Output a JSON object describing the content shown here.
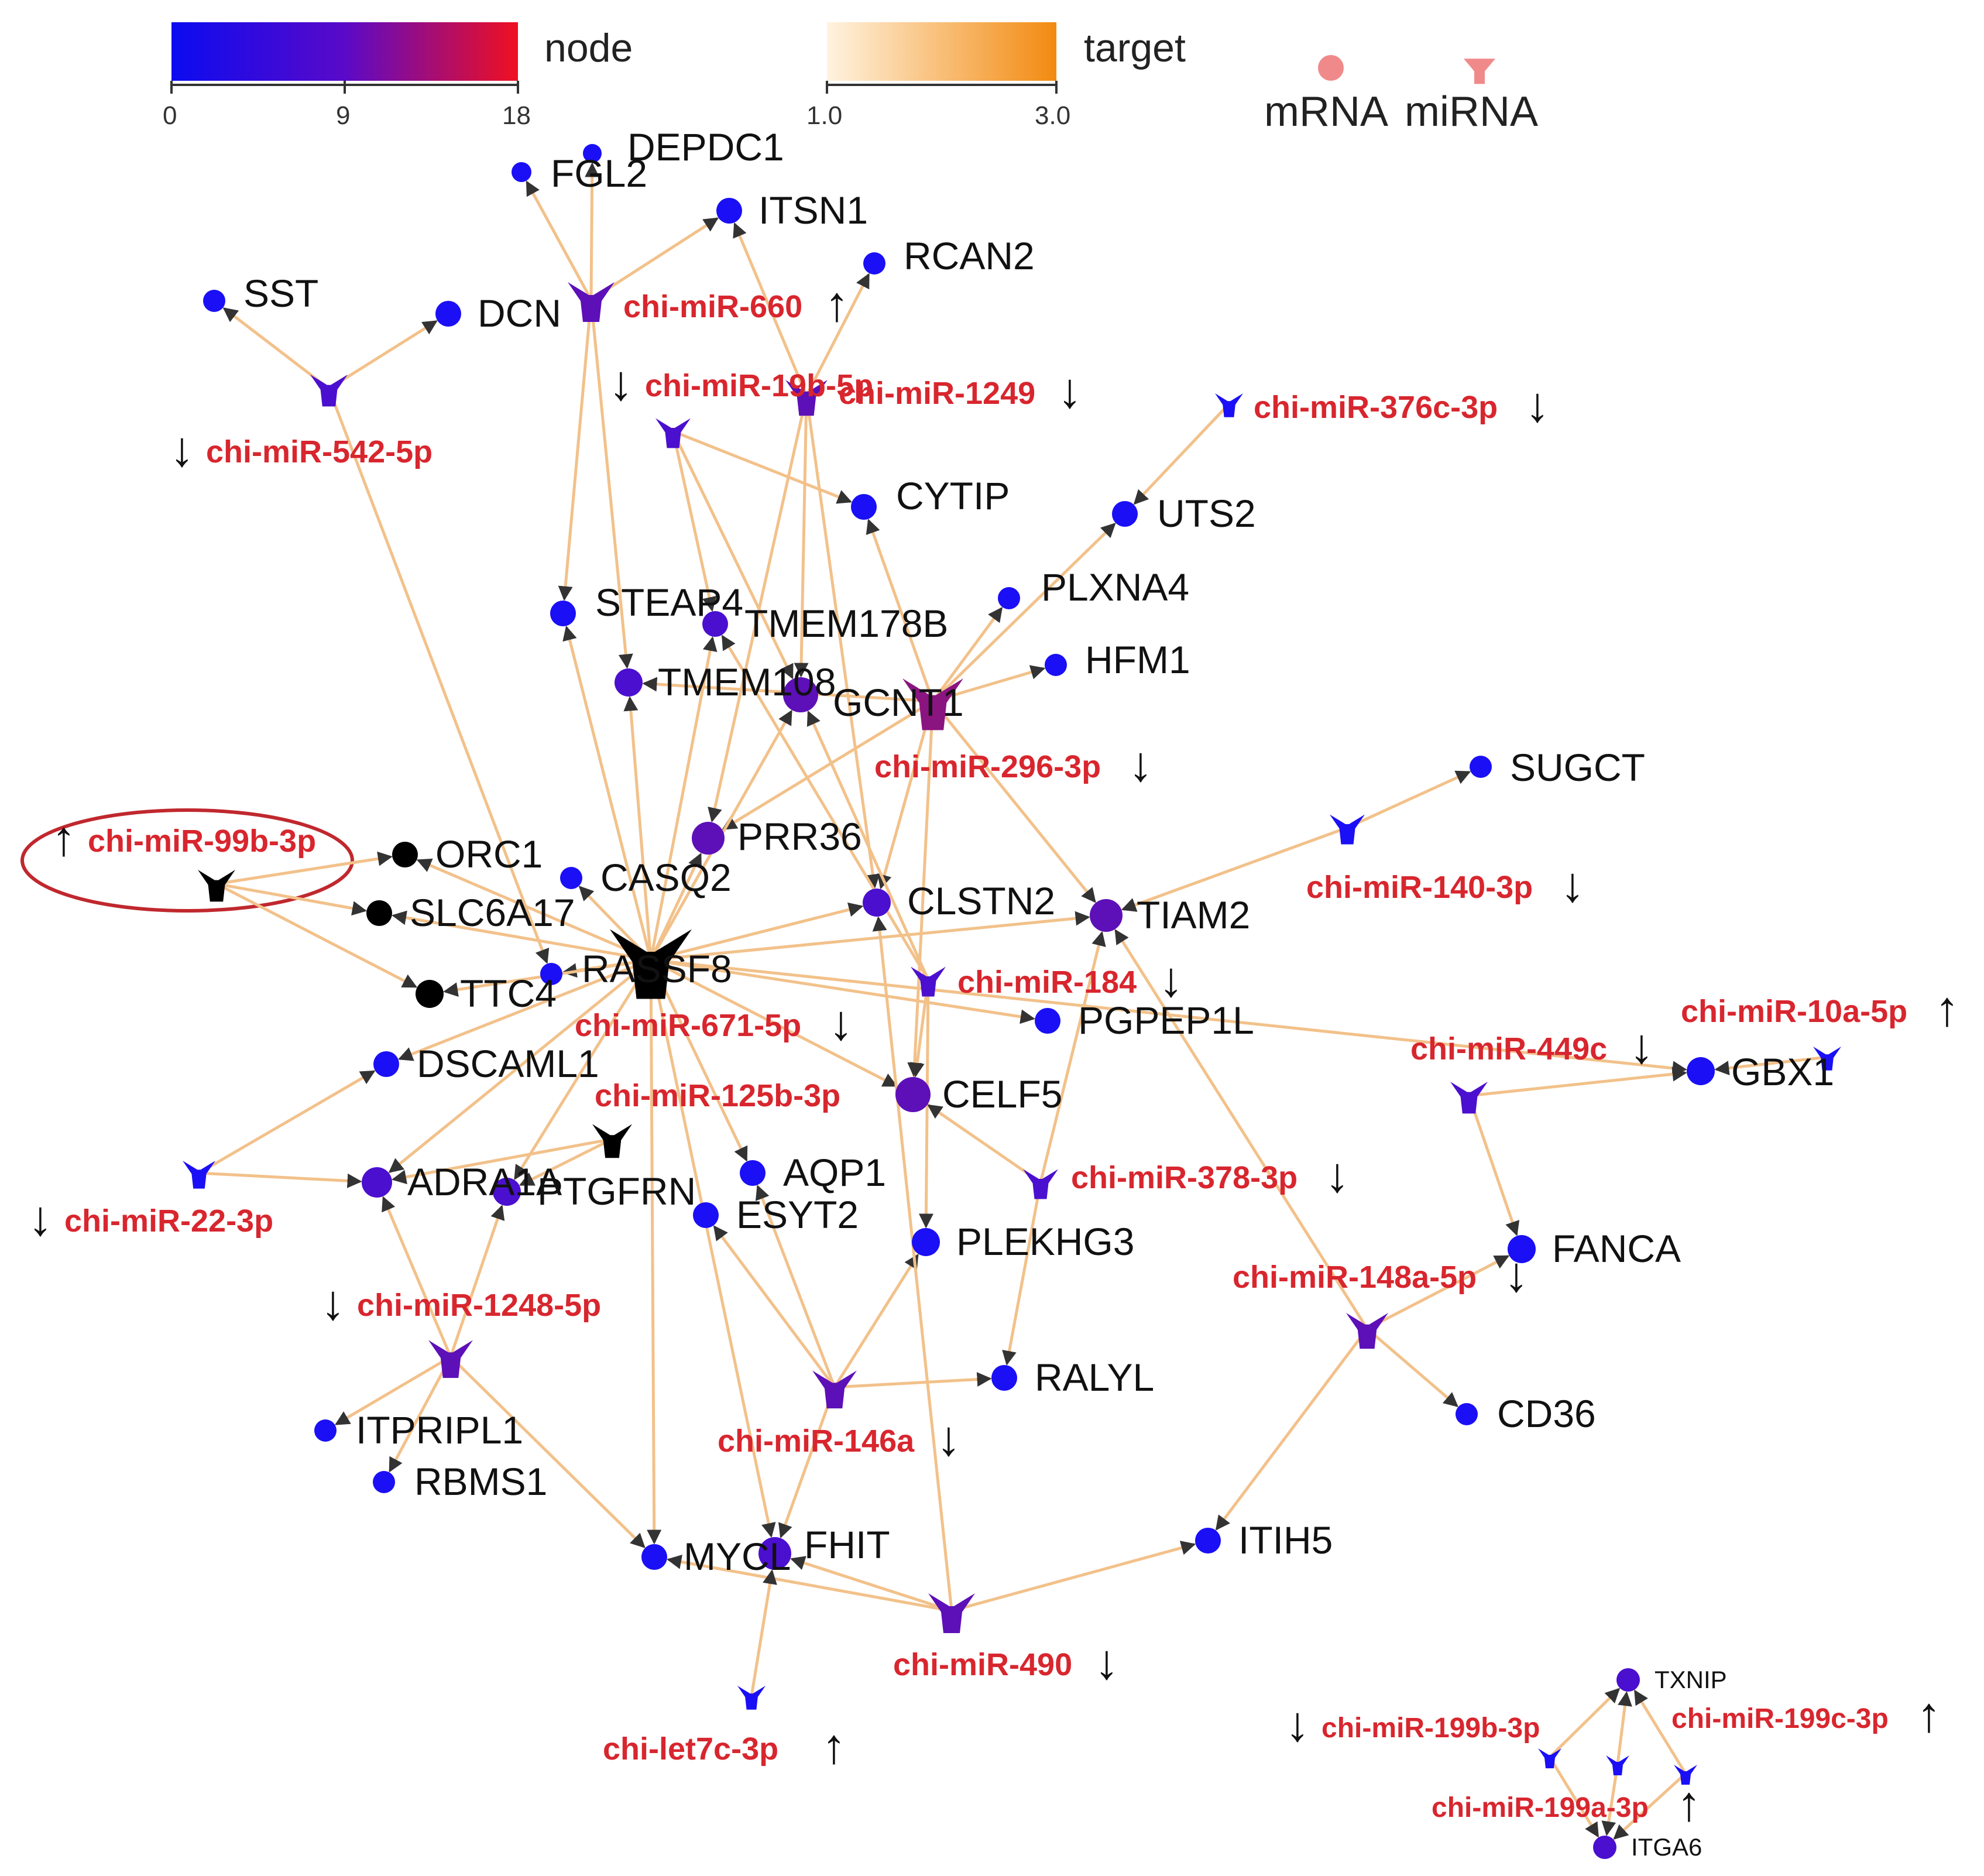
{
  "legend": {
    "node_title": "node",
    "node_ticks": [
      "0",
      "9",
      "18"
    ],
    "node_colors": [
      "#0b0bf0",
      "#5a0ac8",
      "#f01020"
    ],
    "target_title": "target",
    "target_ticks": [
      "1.0",
      "3.0"
    ],
    "target_colors": [
      "#fff3e0",
      "#f28a10"
    ],
    "mrna_label": "mRNA",
    "mirna_label": "miRNA",
    "mrna_shape": "circle",
    "mirna_shape": "y-shape",
    "shape_color": "#f08a8a"
  },
  "colors": {
    "edge": "#f2c18a",
    "edge_arrow": "#333333",
    "mirna_text": "#d8262e",
    "annotation_circle": "#c0282e",
    "low": "#1a0ff5",
    "mid": "#4b0fcf",
    "midhigh": "#5d0fb8",
    "high": "#8a1480",
    "black": "#000000"
  },
  "nodes": [
    {
      "id": "DEPDC1",
      "label": "DEPDC1",
      "type": "mrna",
      "color": "low"
    },
    {
      "id": "FGL2",
      "label": "FGL2",
      "type": "mrna",
      "color": "low"
    },
    {
      "id": "ITSN1",
      "label": "ITSN1",
      "type": "mrna",
      "color": "low"
    },
    {
      "id": "RCAN2",
      "label": "RCAN2",
      "type": "mrna",
      "color": "low"
    },
    {
      "id": "SST",
      "label": "SST",
      "type": "mrna",
      "color": "low"
    },
    {
      "id": "DCN",
      "label": "DCN",
      "type": "mrna",
      "color": "low"
    },
    {
      "id": "miR660",
      "label": "chi-miR-660",
      "type": "mirna",
      "color": "midhigh",
      "reg": "up"
    },
    {
      "id": "miR19b",
      "label": "chi-miR-19b-5p",
      "type": "mirna",
      "color": "mid",
      "reg": "down"
    },
    {
      "id": "miR1249",
      "label": "chi-miR-1249",
      "type": "mirna",
      "color": "midhigh",
      "reg": "down"
    },
    {
      "id": "miR376c",
      "label": "chi-miR-376c-3p",
      "type": "mirna",
      "color": "low",
      "reg": "down"
    },
    {
      "id": "miR542",
      "label": "chi-miR-542-5p",
      "type": "mirna",
      "color": "mid",
      "reg": "down"
    },
    {
      "id": "CYTIP",
      "label": "CYTIP",
      "type": "mrna",
      "color": "low"
    },
    {
      "id": "UTS2",
      "label": "UTS2",
      "type": "mrna",
      "color": "low"
    },
    {
      "id": "PLXNA4",
      "label": "PLXNA4",
      "type": "mrna",
      "color": "low"
    },
    {
      "id": "STEAP4",
      "label": "STEAP4",
      "type": "mrna",
      "color": "low"
    },
    {
      "id": "TMEM178B",
      "label": "TMEM178B",
      "type": "mrna",
      "color": "mid"
    },
    {
      "id": "HFM1",
      "label": "HFM1",
      "type": "mrna",
      "color": "low"
    },
    {
      "id": "TMEM108",
      "label": "TMEM108",
      "type": "mrna",
      "color": "mid"
    },
    {
      "id": "GCNT1",
      "label": "GCNT1",
      "type": "mrna",
      "color": "midhigh"
    },
    {
      "id": "miR296",
      "label": "chi-miR-296-3p",
      "type": "mirna",
      "color": "high",
      "reg": "down"
    },
    {
      "id": "SUGCT",
      "label": "SUGCT",
      "type": "mrna",
      "color": "low"
    },
    {
      "id": "miR99b",
      "label": "chi-miR-99b-3p",
      "type": "mirna",
      "color": "black",
      "reg": "up"
    },
    {
      "id": "ORC1",
      "label": "ORC1",
      "type": "mrna",
      "color": "black"
    },
    {
      "id": "PRR36",
      "label": "PRR36",
      "type": "mrna",
      "color": "midhigh"
    },
    {
      "id": "CASQ2",
      "label": "CASQ2",
      "type": "mrna",
      "color": "low"
    },
    {
      "id": "miR140",
      "label": "chi-miR-140-3p",
      "type": "mirna",
      "color": "low",
      "reg": "down"
    },
    {
      "id": "SLC6A17",
      "label": "SLC6A17",
      "type": "mrna",
      "color": "black"
    },
    {
      "id": "CLSTN2",
      "label": "CLSTN2",
      "type": "mrna",
      "color": "mid"
    },
    {
      "id": "TIAM2",
      "label": "TIAM2",
      "type": "mrna",
      "color": "midhigh"
    },
    {
      "id": "RASSF8",
      "label": "RASSF8",
      "type": "mrna",
      "color": "low"
    },
    {
      "id": "miR671",
      "label": "chi-miR-671-5p",
      "type": "mirna",
      "color": "black",
      "reg": "down"
    },
    {
      "id": "TTC4",
      "label": "TTC4",
      "type": "mrna",
      "color": "black"
    },
    {
      "id": "miR184",
      "label": "chi-miR-184",
      "type": "mirna",
      "color": "mid",
      "reg": "down"
    },
    {
      "id": "miR10a",
      "label": "chi-miR-10a-5p",
      "type": "mirna",
      "color": "low",
      "reg": "up"
    },
    {
      "id": "PGPEP1L",
      "label": "PGPEP1L",
      "type": "mrna",
      "color": "low"
    },
    {
      "id": "miR449c",
      "label": "chi-miR-449c",
      "type": "mirna",
      "color": "mid",
      "reg": "down"
    },
    {
      "id": "GBX1",
      "label": "GBX1",
      "type": "mrna",
      "color": "low"
    },
    {
      "id": "DSCAML1",
      "label": "DSCAML1",
      "type": "mrna",
      "color": "low"
    },
    {
      "id": "CELF5",
      "label": "CELF5",
      "type": "mrna",
      "color": "midhigh"
    },
    {
      "id": "miR125b",
      "label": "chi-miR-125b-3p",
      "type": "mirna",
      "color": "black"
    },
    {
      "id": "miR22",
      "label": "chi-miR-22-3p",
      "type": "mirna",
      "color": "low",
      "reg": "down"
    },
    {
      "id": "ADRA1A",
      "label": "ADRA1A",
      "type": "mrna",
      "color": "mid"
    },
    {
      "id": "PTGFRN",
      "label": "PTGFRN",
      "type": "mrna",
      "color": "mid"
    },
    {
      "id": "AQP1",
      "label": "AQP1",
      "type": "mrna",
      "color": "low"
    },
    {
      "id": "miR378",
      "label": "chi-miR-378-3p",
      "type": "mirna",
      "color": "mid",
      "reg": "down"
    },
    {
      "id": "ESYT2",
      "label": "ESYT2",
      "type": "mrna",
      "color": "low"
    },
    {
      "id": "PLEKHG3",
      "label": "PLEKHG3",
      "type": "mrna",
      "color": "low"
    },
    {
      "id": "FANCA",
      "label": "FANCA",
      "type": "mrna",
      "color": "low"
    },
    {
      "id": "miR148a",
      "label": "chi-miR-148a-5p",
      "type": "mirna",
      "color": "midhigh",
      "reg": "down"
    },
    {
      "id": "miR1248",
      "label": "chi-miR-1248-5p",
      "type": "mirna",
      "color": "midhigh",
      "reg": "down"
    },
    {
      "id": "RALYL",
      "label": "RALYL",
      "type": "mrna",
      "color": "low"
    },
    {
      "id": "miR146a",
      "label": "chi-miR-146a",
      "type": "mirna",
      "color": "midhigh",
      "reg": "down"
    },
    {
      "id": "CD36",
      "label": "CD36",
      "type": "mrna",
      "color": "low"
    },
    {
      "id": "ITPRIPL1",
      "label": "ITPRIPL1",
      "type": "mrna",
      "color": "low"
    },
    {
      "id": "RBMS1",
      "label": "RBMS1",
      "type": "mrna",
      "color": "low"
    },
    {
      "id": "ITIH5",
      "label": "ITIH5",
      "type": "mrna",
      "color": "low"
    },
    {
      "id": "MYCL",
      "label": "MYCL",
      "type": "mrna",
      "color": "low"
    },
    {
      "id": "FHIT",
      "label": "FHIT",
      "type": "mrna",
      "color": "mid"
    },
    {
      "id": "miR490",
      "label": "chi-miR-490",
      "type": "mirna",
      "color": "midhigh",
      "reg": "down"
    },
    {
      "id": "let7c",
      "label": "chi-let7c-3p",
      "type": "mirna",
      "color": "low",
      "reg": "up"
    },
    {
      "id": "TXNIP",
      "label": "TXNIP",
      "type": "mrna",
      "color": "mid",
      "small": true
    },
    {
      "id": "miR199b",
      "label": "chi-miR-199b-3p",
      "type": "mirna",
      "color": "low",
      "reg": "down",
      "small": true
    },
    {
      "id": "miR199c",
      "label": "chi-miR-199c-3p",
      "type": "mirna",
      "color": "low",
      "reg": "up",
      "small": true
    },
    {
      "id": "miR199a",
      "label": "chi-miR-199a-3p",
      "type": "mirna",
      "color": "low",
      "reg": "up",
      "small": true
    },
    {
      "id": "ITGA6",
      "label": "ITGA6",
      "type": "mrna",
      "color": "mid",
      "small": true
    }
  ],
  "edges": [
    [
      "miR660",
      "DEPDC1"
    ],
    [
      "miR660",
      "FGL2"
    ],
    [
      "miR660",
      "ITSN1"
    ],
    [
      "miR660",
      "STEAP4"
    ],
    [
      "miR660",
      "TMEM108"
    ],
    [
      "miR542",
      "SST"
    ],
    [
      "miR542",
      "DCN"
    ],
    [
      "miR542",
      "RASSF8"
    ],
    [
      "miR1249",
      "RCAN2"
    ],
    [
      "miR1249",
      "ITSN1"
    ],
    [
      "miR1249",
      "GCNT1"
    ],
    [
      "miR1249",
      "PRR36"
    ],
    [
      "miR1249",
      "CLSTN2"
    ],
    [
      "miR19b",
      "CYTIP"
    ],
    [
      "miR19b",
      "TMEM178B"
    ],
    [
      "miR19b",
      "GCNT1"
    ],
    [
      "miR376c",
      "UTS2"
    ],
    [
      "miR296",
      "PLXNA4"
    ],
    [
      "miR296",
      "HFM1"
    ],
    [
      "miR296",
      "UTS2"
    ],
    [
      "miR296",
      "CYTIP"
    ],
    [
      "miR296",
      "TMEM108"
    ],
    [
      "miR296",
      "TIAM2"
    ],
    [
      "miR296",
      "PRR36"
    ],
    [
      "miR296",
      "CLSTN2"
    ],
    [
      "miR296",
      "CELF5"
    ],
    [
      "miR140",
      "SUGCT"
    ],
    [
      "miR140",
      "TIAM2"
    ],
    [
      "miR99b",
      "ORC1"
    ],
    [
      "miR99b",
      "SLC6A17"
    ],
    [
      "miR99b",
      "TTC4"
    ],
    [
      "miR671",
      "STEAP4"
    ],
    [
      "miR671",
      "TMEM178B"
    ],
    [
      "miR671",
      "TMEM108"
    ],
    [
      "miR671",
      "GCNT1"
    ],
    [
      "miR671",
      "PRR36"
    ],
    [
      "miR671",
      "CASQ2"
    ],
    [
      "miR671",
      "CLSTN2"
    ],
    [
      "miR671",
      "TIAM2"
    ],
    [
      "miR671",
      "RASSF8"
    ],
    [
      "miR671",
      "SLC6A17"
    ],
    [
      "miR671",
      "TTC4"
    ],
    [
      "miR671",
      "ORC1"
    ],
    [
      "miR671",
      "PGPEP1L"
    ],
    [
      "miR671",
      "CELF5"
    ],
    [
      "miR671",
      "DSCAML1"
    ],
    [
      "miR671",
      "ADRA1A"
    ],
    [
      "miR671",
      "PTGFRN"
    ],
    [
      "miR671",
      "AQP1"
    ],
    [
      "miR671",
      "MYCL"
    ],
    [
      "miR671",
      "FHIT"
    ],
    [
      "miR671",
      "GBX1"
    ],
    [
      "miR184",
      "GCNT1"
    ],
    [
      "miR184",
      "TMEM178B"
    ],
    [
      "miR184",
      "CELF5"
    ],
    [
      "miR184",
      "PLEKHG3"
    ],
    [
      "miR449c",
      "GBX1"
    ],
    [
      "miR449c",
      "FANCA"
    ],
    [
      "miR10a",
      "GBX1"
    ],
    [
      "miR125b",
      "PTGFRN"
    ],
    [
      "miR125b",
      "ADRA1A"
    ],
    [
      "miR22",
      "DSCAML1"
    ],
    [
      "miR22",
      "ADRA1A"
    ],
    [
      "miR378",
      "CELF5"
    ],
    [
      "miR378",
      "TIAM2"
    ],
    [
      "miR378",
      "RALYL"
    ],
    [
      "miR148a",
      "FANCA"
    ],
    [
      "miR148a",
      "CD36"
    ],
    [
      "miR148a",
      "ITIH5"
    ],
    [
      "miR148a",
      "TIAM2"
    ],
    [
      "miR1248",
      "ITPRIPL1"
    ],
    [
      "miR1248",
      "RBMS1"
    ],
    [
      "miR1248",
      "MYCL"
    ],
    [
      "miR1248",
      "ADRA1A"
    ],
    [
      "miR1248",
      "PTGFRN"
    ],
    [
      "miR146a",
      "ESYT2"
    ],
    [
      "miR146a",
      "PLEKHG3"
    ],
    [
      "miR146a",
      "RALYL"
    ],
    [
      "miR146a",
      "FHIT"
    ],
    [
      "miR146a",
      "AQP1"
    ],
    [
      "miR490",
      "ITIH5"
    ],
    [
      "miR490",
      "MYCL"
    ],
    [
      "miR490",
      "FHIT"
    ],
    [
      "miR490",
      "CLSTN2"
    ],
    [
      "let7c",
      "FHIT"
    ],
    [
      "miR199b",
      "TXNIP"
    ],
    [
      "miR199b",
      "ITGA6"
    ],
    [
      "miR199a",
      "TXNIP"
    ],
    [
      "miR199a",
      "ITGA6"
    ],
    [
      "miR199c",
      "TXNIP"
    ],
    [
      "miR199c",
      "ITGA6"
    ]
  ]
}
